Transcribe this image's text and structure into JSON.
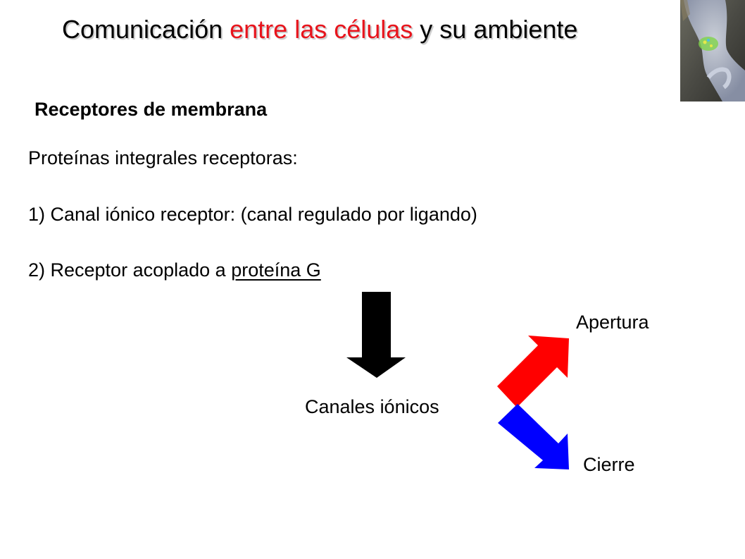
{
  "header": {
    "title_part1": "Comunicación",
    "title_part2": "entre las células",
    "title_part3": "y su ambiente"
  },
  "colors": {
    "accent": "#e8141c",
    "arrow_open": "#ff0000",
    "arrow_close": "#0000ff",
    "arrow_main": "#000000"
  },
  "content": {
    "subtitle": "Receptores de membrana",
    "intro": "Proteínas integrales receptoras:",
    "item1": "1) Canal iónico receptor: (canal regulado por ligando)",
    "item2_prefix": "2) Receptor acoplado a",
    "item2_underlined": "proteína G"
  },
  "diagram": {
    "center_label": "Canales iónicos",
    "open_label": "Apertura",
    "close_label": "Cierre"
  },
  "icons": {
    "decorative_image": "neuron-synapse-icon"
  }
}
